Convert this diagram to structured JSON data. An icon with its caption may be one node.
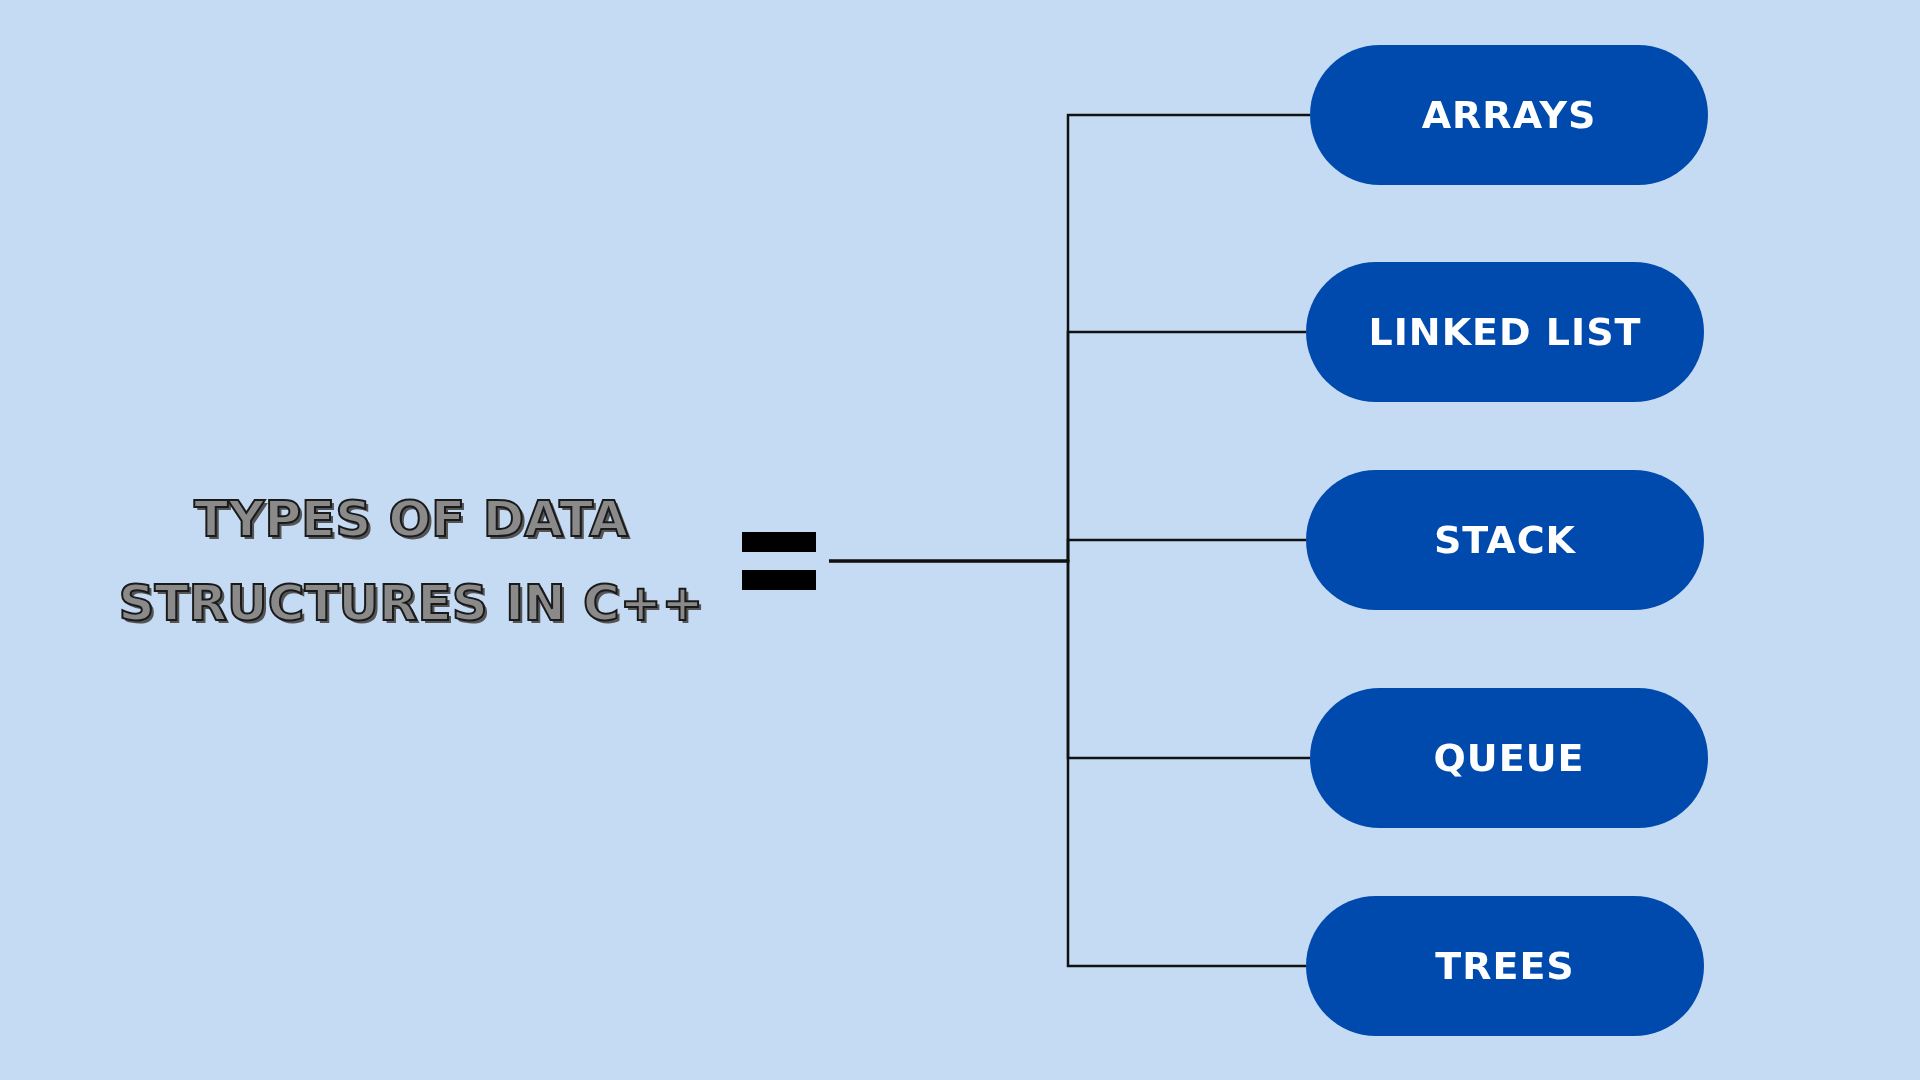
{
  "diagram": {
    "nodes": [
      {
        "text": [
          "TYPES OF DATA STRUCTURES IN C++"
        ]
      },
      {
        "text": [
          "ARRAYS"
        ]
      },
      {
        "text": [
          "LINKED LIST"
        ]
      },
      {
        "text": [
          "STACK"
        ]
      },
      {
        "text": [
          "QUEUE"
        ]
      },
      {
        "text": [
          "TREES"
        ]
      }
    ],
    "edges": [
      {
        "from": 0,
        "to": 1,
        "arrow": "none"
      },
      {
        "from": 0,
        "to": 2,
        "arrow": "none"
      },
      {
        "from": 0,
        "to": 3,
        "arrow": "none"
      },
      {
        "from": 0,
        "to": 4,
        "arrow": "none"
      },
      {
        "from": 0,
        "to": 5,
        "arrow": "none"
      }
    ]
  }
}
